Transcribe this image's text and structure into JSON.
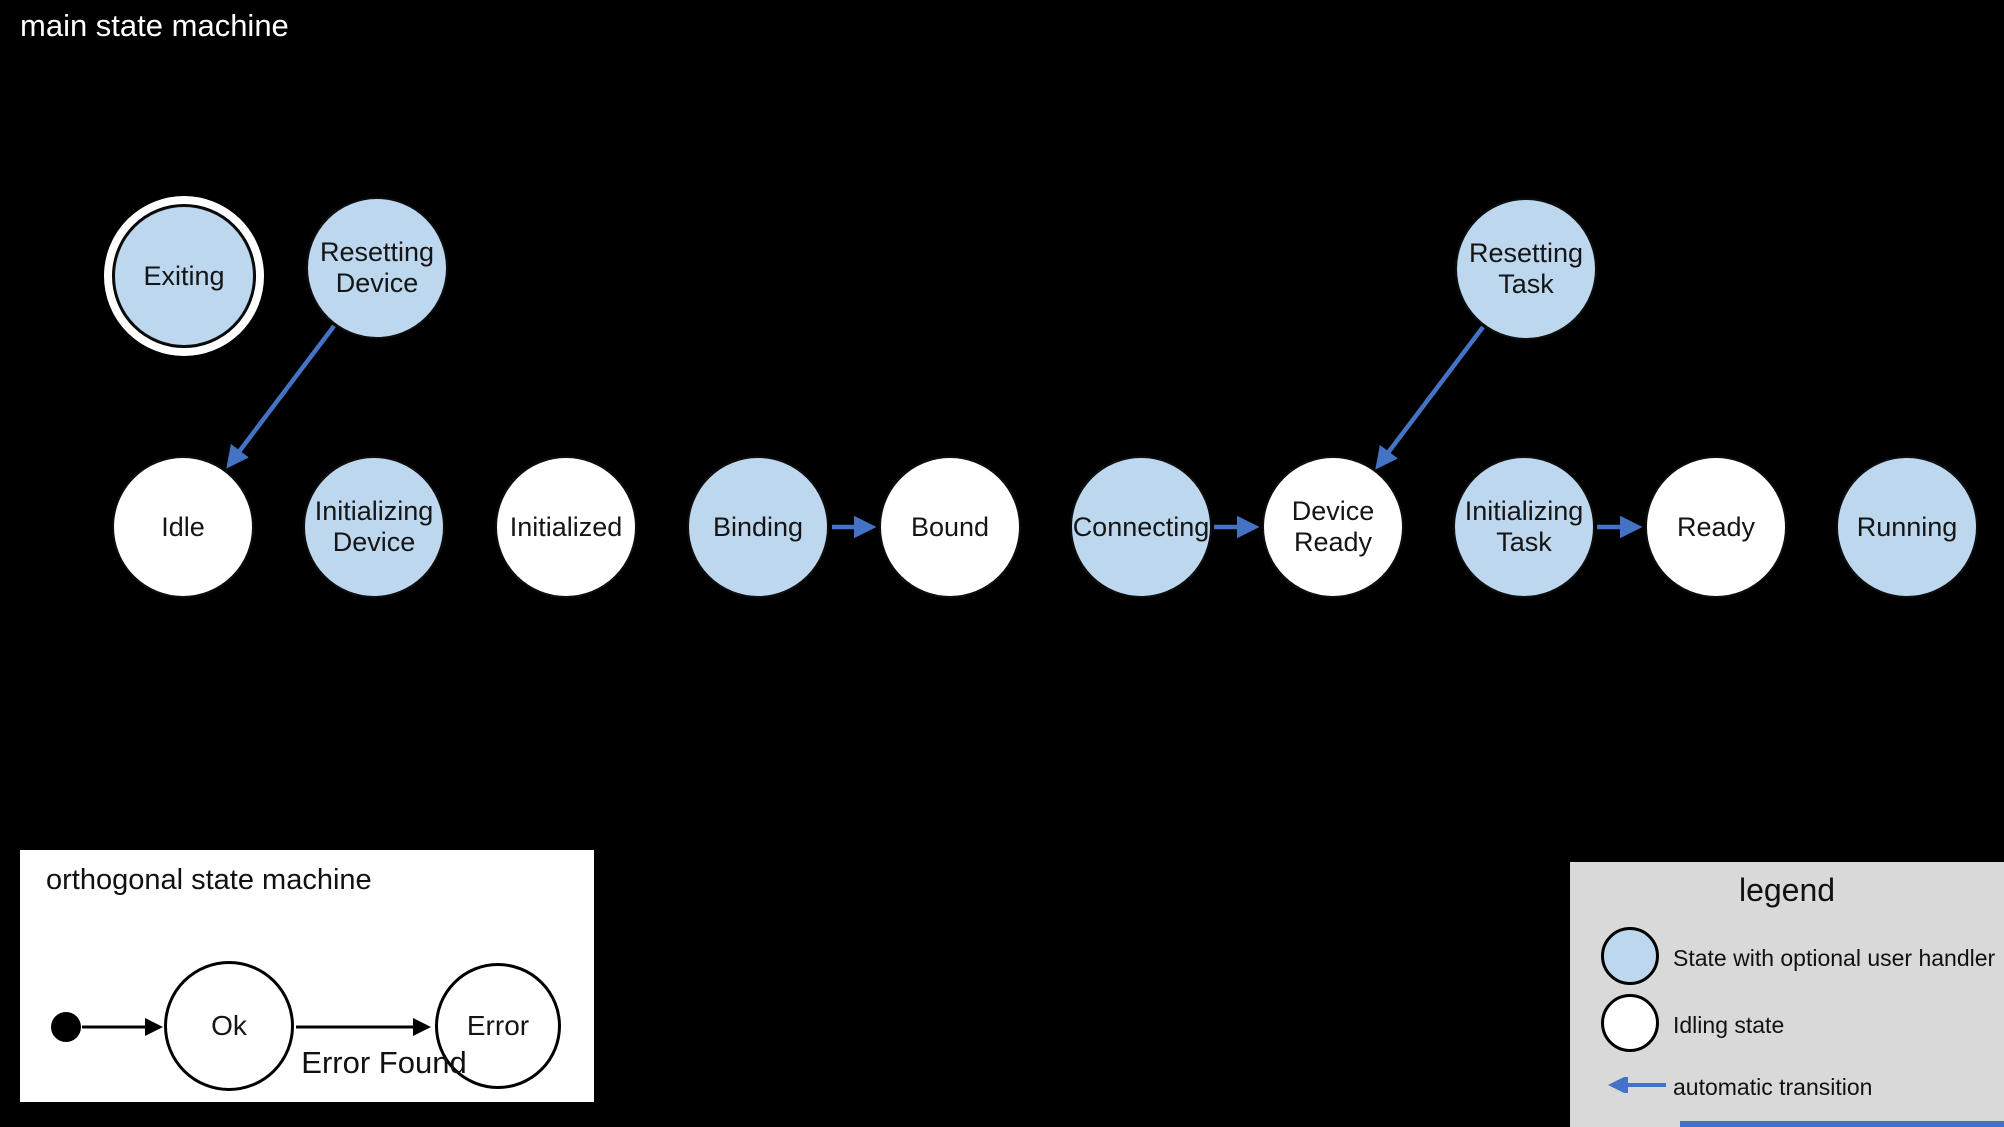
{
  "main_machine": {
    "title": "main state machine",
    "states": [
      {
        "id": "exiting",
        "label": "Exiting",
        "kind": "handler",
        "final": true
      },
      {
        "id": "resetting-device",
        "label": "Resetting Device",
        "kind": "handler",
        "final": false
      },
      {
        "id": "resetting-task",
        "label": "Resetting Task",
        "kind": "handler",
        "final": false
      },
      {
        "id": "idle",
        "label": "Idle",
        "kind": "idling",
        "final": false
      },
      {
        "id": "initializing-device",
        "label": "Initializing Device",
        "kind": "handler",
        "final": false
      },
      {
        "id": "initialized",
        "label": "Initialized",
        "kind": "idling",
        "final": false
      },
      {
        "id": "binding",
        "label": "Binding",
        "kind": "handler",
        "final": false
      },
      {
        "id": "bound",
        "label": "Bound",
        "kind": "idling",
        "final": false
      },
      {
        "id": "connecting",
        "label": "Connecting",
        "kind": "handler",
        "final": false
      },
      {
        "id": "device-ready",
        "label": "Device Ready",
        "kind": "idling",
        "final": false
      },
      {
        "id": "initializing-task",
        "label": "Initializing Task",
        "kind": "handler",
        "final": false
      },
      {
        "id": "ready",
        "label": "Ready",
        "kind": "idling",
        "final": false
      },
      {
        "id": "running",
        "label": "Running",
        "kind": "handler",
        "final": false
      }
    ],
    "transitions": [
      {
        "from": "Resetting Device",
        "to": "Idle",
        "type": "automatic"
      },
      {
        "from": "Resetting Task",
        "to": "Device Ready",
        "type": "automatic"
      },
      {
        "from": "Binding",
        "to": "Bound",
        "type": "automatic"
      },
      {
        "from": "Connecting",
        "to": "Device Ready",
        "type": "automatic"
      },
      {
        "from": "Initializing Task",
        "to": "Ready",
        "type": "automatic"
      }
    ]
  },
  "orthogonal_machine": {
    "title": "orthogonal state machine",
    "states": [
      {
        "id": "ok",
        "label": "Ok"
      },
      {
        "id": "error",
        "label": "Error"
      }
    ],
    "transition_label": "Error Found"
  },
  "legend": {
    "title": "legend",
    "items": [
      {
        "symbol": "handler-state-circle",
        "label": "State with optional user handler"
      },
      {
        "symbol": "idling-state-circle",
        "label": "Idling state"
      },
      {
        "symbol": "automatic-transition-arrow",
        "label": "automatic transition"
      }
    ]
  },
  "colors": {
    "background": "#000000",
    "handler_state_fill": "#BDD7EE",
    "idling_state_fill": "#FFFFFF",
    "automatic_transition_blue": "#4472C4",
    "legend_background": "#D9D9D9",
    "title_text": "#FFFFFF",
    "state_text": "#151515"
  }
}
